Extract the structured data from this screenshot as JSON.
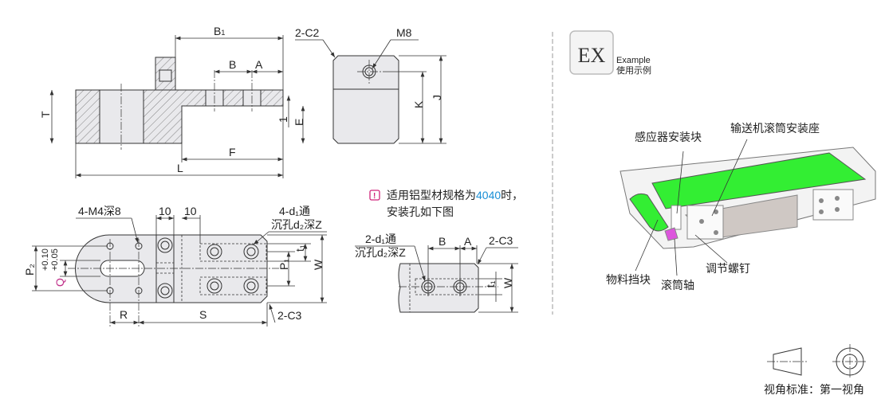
{
  "side_view": {
    "B1": "B",
    "B1_sub": "1",
    "B": "B",
    "A": "A",
    "T": "T",
    "one": "1",
    "E": "E",
    "F": "F",
    "L": "L"
  },
  "front_view": {
    "chamfer": "2-C2",
    "thread": "M8",
    "K": "K",
    "J": "J"
  },
  "top_view": {
    "tapped": "4-M4深8",
    "dim10a": "10",
    "dim10b": "10",
    "holes_line1": "4-d₁通",
    "holes_line2": "沉孔d₂深Z",
    "P2": "P₂",
    "Q": "Q",
    "Q_tol_upper": "+0.10",
    "Q_tol_lower": "+0.05",
    "P1": "P₁",
    "t1": "t₁",
    "W": "W",
    "R": "R",
    "S": "S",
    "chamfer": "2-C3"
  },
  "note": {
    "text_before": "适用铝型材规格为",
    "highlight": "4040",
    "text_after": "时，",
    "line2": "安装孔如下图",
    "highlight_color": "#1a8fd6",
    "icon": "exclamation-icon"
  },
  "detail_view": {
    "holes_line1": "2-d₁通",
    "holes_line2": "沉孔d₂深Z",
    "B": "B",
    "A": "A",
    "chamfer": "2-C3",
    "t1": "t₁",
    "W": "W"
  },
  "example": {
    "logo": "EX",
    "label_en": "Example",
    "label_cn": "使用示例",
    "callouts": {
      "sensor_block": "感应器安装块",
      "roller_seat": "输送机滚筒安装座",
      "stopper": "物料挡块",
      "roller_shaft": "滚筒轴",
      "adjust_screw": "调节螺钉"
    },
    "belt_color": "#33ee33",
    "shaft_color": "#dd55dd"
  },
  "projection": {
    "label": "视角标准：第一视角"
  }
}
